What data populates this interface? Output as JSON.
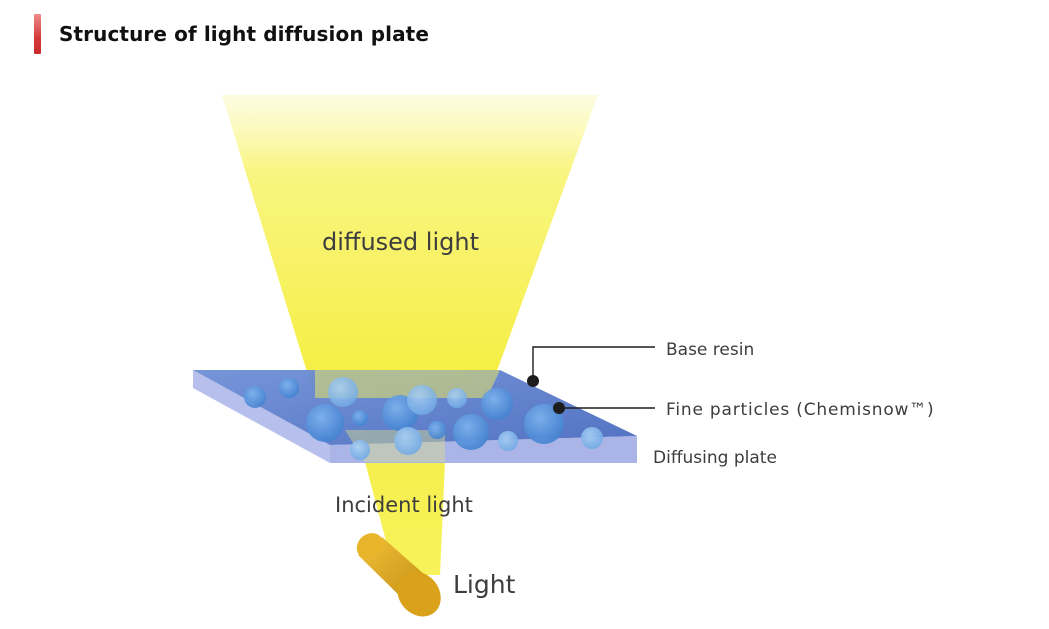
{
  "heading": {
    "title": "Structure of light diffusion plate"
  },
  "diagram": {
    "labels": {
      "diffused_light": "diffused light",
      "base_resin": "Base resin",
      "fine_particles": "Fine particles (Chemisnow™)",
      "diffusing_plate": "Diffusing plate",
      "incident_light": "Incident light",
      "light": "Light"
    },
    "colors": {
      "light_beam": "#f7f25a",
      "plate_top": "#5a7fc8",
      "plate_front": "#aab6e6",
      "particle": "#4a90d9",
      "light_source": "#d8a417",
      "heading_accent": "#d33a3a"
    }
  }
}
